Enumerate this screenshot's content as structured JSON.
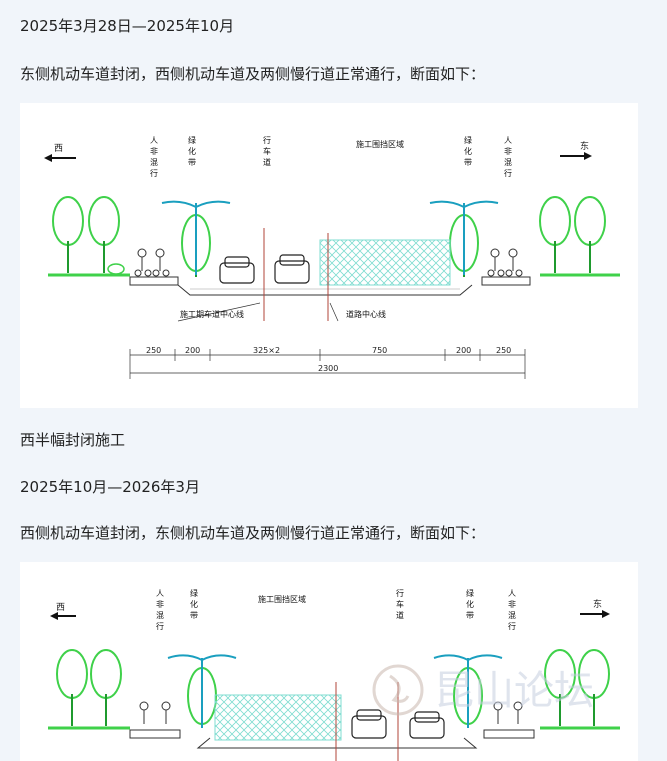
{
  "section1": {
    "date": "2025年3月28日—2025年10月",
    "desc": "东侧机动车道封闭，西侧机动车道及两侧慢行道正常通行，断面如下："
  },
  "figure1": {
    "west": "西",
    "east": "东",
    "left_ped": "人\n非\n混\n行",
    "left_green": "绿\n化\n带",
    "lane": "行\n车\n道",
    "work_zone": "施工围挡区域",
    "right_green": "绿\n化\n带",
    "right_ped": "人\n非\n混\n行",
    "center_line_work": "施工期车道中心线",
    "center_line_road": "道路中心线",
    "dims": [
      "250",
      "200",
      "325×2",
      "750",
      "200",
      "250"
    ],
    "total": "2300"
  },
  "section2": {
    "title": "西半幅封闭施工",
    "date": "2025年10月—2026年3月",
    "desc": "西侧机动车道封闭，东侧机动车道及两侧慢行道正常通行，断面如下："
  },
  "figure2": {
    "west": "西",
    "east": "东",
    "left_ped": "人\n非\n混\n行",
    "left_green": "绿\n化\n带",
    "work_zone": "施工围挡区域",
    "lane": "行\n车\n道",
    "right_green": "绿\n化\n带",
    "right_ped": "人\n非\n混\n行"
  },
  "watermark": {
    "text": "昆山论坛"
  },
  "colors": {
    "tree": "#3fd14a",
    "tree_dark": "#1f9a2e",
    "lamp": "#1a9fbf",
    "fence": "#7fdcd0",
    "accent_line": "#b0443a"
  }
}
